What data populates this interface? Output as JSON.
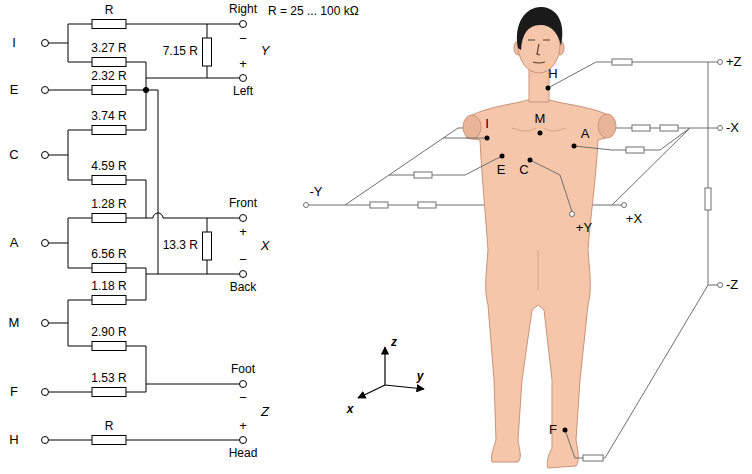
{
  "diagram": {
    "labels": [
      "R",
      "3.27 R",
      "2.32 R",
      "3.74 R",
      "4.59 R",
      "1.28 R",
      "6.56 R",
      "1.18 R",
      "2.90 R",
      "1.53 R",
      "R",
      "7.15 R",
      "13.3 R",
      "I",
      "E",
      "C",
      "A",
      "M",
      "F",
      "H",
      "Right",
      "−",
      "Y",
      "+",
      "Left",
      "Front",
      "+",
      "X",
      "−",
      "Back",
      "Foot",
      "−",
      "Z",
      "+",
      "Head",
      "R = 25 ... 100 kΩ",
      "H",
      "I",
      "M",
      "A",
      "E",
      "C",
      "F",
      "+Z",
      "-X",
      "-Y",
      "+Y",
      "+X",
      "-Z",
      "z",
      "y",
      "x"
    ]
  }
}
